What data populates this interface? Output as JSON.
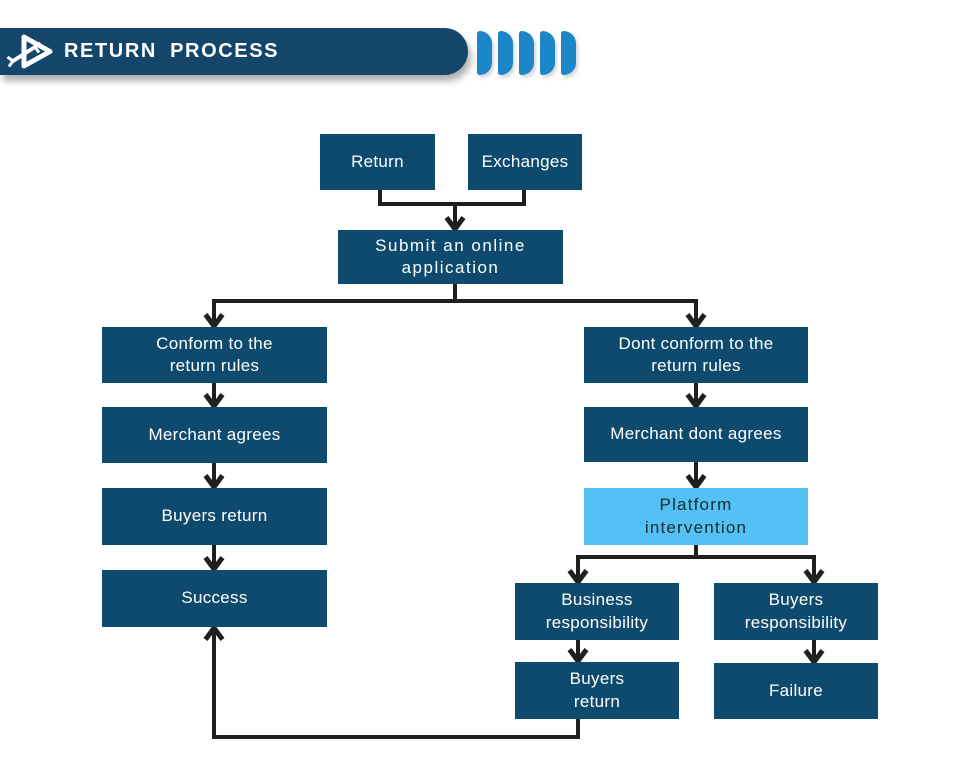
{
  "header": {
    "title": "RETURN PROCESS"
  },
  "nodes": {
    "return": {
      "label": "Return"
    },
    "exchanges": {
      "label": "Exchanges"
    },
    "submit": {
      "label": "Submit an online\napplication"
    },
    "conform": {
      "label": "Conform to the\nreturn rules"
    },
    "dont_conform": {
      "label": "Dont conform to the\nreturn rules"
    },
    "merchant_agrees": {
      "label": "Merchant agrees"
    },
    "merchant_dont_agrees": {
      "label": "Merchant dont agrees"
    },
    "buyers_return": {
      "label": "Buyers return"
    },
    "platform_intervention": {
      "label": "Platform\nintervention"
    },
    "success": {
      "label": "Success"
    },
    "business_responsibility": {
      "label": "Business\nresponsibility"
    },
    "buyers_responsibility": {
      "label": "Buyers\nresponsibility"
    },
    "buyers_return_2": {
      "label": "Buyers\nreturn"
    },
    "failure": {
      "label": "Failure"
    }
  },
  "colors": {
    "header_bar": "#14466b",
    "box_dark": "#0e4a6d",
    "box_light": "#53c1f3",
    "box_light_text": "#1b2b33",
    "stripe": "#1c86c9",
    "connector": "#1f1f1f",
    "text_on_dark": "#ffffff"
  }
}
